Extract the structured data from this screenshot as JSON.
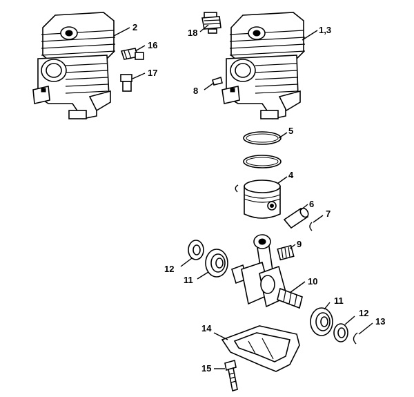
{
  "diagram": {
    "callouts": [
      {
        "id": "c2",
        "text": "2"
      },
      {
        "id": "c16",
        "text": "16"
      },
      {
        "id": "c17",
        "text": "17"
      },
      {
        "id": "c18",
        "text": "18"
      },
      {
        "id": "c13a",
        "text": "1,3"
      },
      {
        "id": "c8",
        "text": "8"
      },
      {
        "id": "c5",
        "text": "5"
      },
      {
        "id": "c4",
        "text": "4"
      },
      {
        "id": "c6",
        "text": "6"
      },
      {
        "id": "c7",
        "text": "7"
      },
      {
        "id": "c9",
        "text": "9"
      },
      {
        "id": "c12a",
        "text": "12"
      },
      {
        "id": "c11a",
        "text": "11"
      },
      {
        "id": "c10",
        "text": "10"
      },
      {
        "id": "c11b",
        "text": "11"
      },
      {
        "id": "c12b",
        "text": "12"
      },
      {
        "id": "c13",
        "text": "13"
      },
      {
        "id": "c14",
        "text": "14"
      },
      {
        "id": "c15",
        "text": "15"
      }
    ]
  }
}
